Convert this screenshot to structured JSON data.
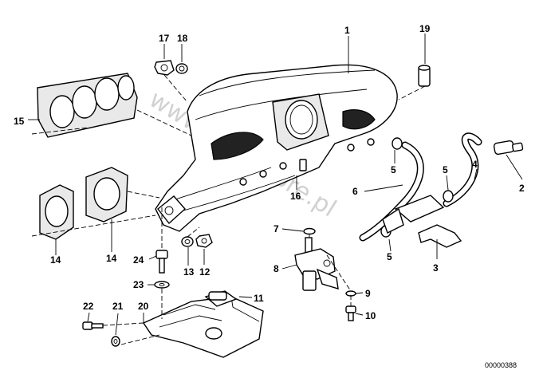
{
  "labels": [
    "1",
    "2",
    "3",
    "4",
    "5",
    "5",
    "5",
    "6",
    "7",
    "8",
    "9",
    "10",
    "11",
    "12",
    "13",
    "14",
    "14",
    "15",
    "16",
    "17",
    "18",
    "19",
    "20",
    "21",
    "22",
    "23",
    "24"
  ],
  "watermark": "www.BMWstore.pl",
  "doc_number": "00000388"
}
